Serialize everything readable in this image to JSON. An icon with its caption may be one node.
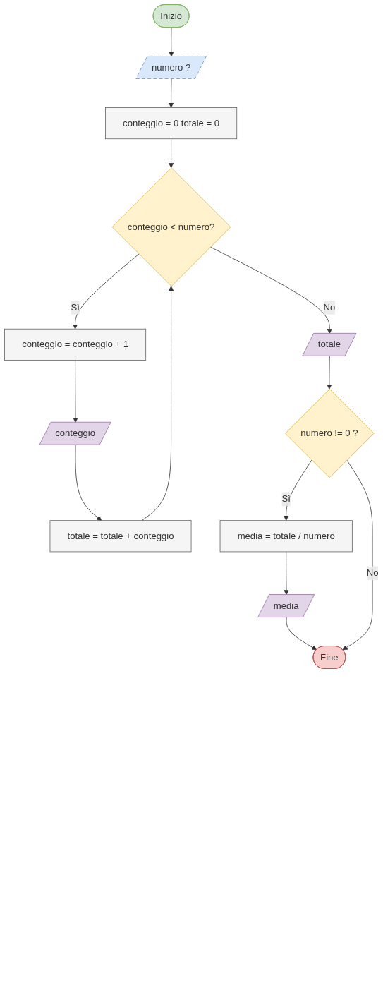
{
  "diagram": {
    "nodes": [
      {
        "text": [
          "Inizio"
        ]
      },
      {
        "text": [
          "numero ?"
        ]
      },
      {
        "text": [
          "conteggio = 0 totale = 0"
        ]
      },
      {
        "text": [
          "conteggio < numero?"
        ]
      },
      {
        "text": [
          "conteggio = conteggio + 1"
        ]
      },
      {
        "text": [
          "conteggio"
        ]
      },
      {
        "text": [
          "totale = totale + conteggio"
        ]
      },
      {
        "text": [
          "totale"
        ]
      },
      {
        "text": [
          "numero != 0 ?"
        ]
      },
      {
        "text": [
          "media = totale / numero"
        ]
      },
      {
        "text": [
          "media"
        ]
      },
      {
        "text": [
          "Fine"
        ]
      }
    ],
    "edges": [
      {
        "from": 0,
        "to": 1,
        "arrow": "to"
      },
      {
        "from": 1,
        "to": 2,
        "arrow": "to"
      },
      {
        "from": 2,
        "to": 3,
        "arrow": "to"
      },
      {
        "from": 3,
        "to": 4,
        "arrow": "to",
        "label": "Sì"
      },
      {
        "from": 4,
        "to": 5,
        "arrow": "to"
      },
      {
        "from": 5,
        "to": 6,
        "arrow": "to"
      },
      {
        "from": 6,
        "to": 3,
        "arrow": "to"
      },
      {
        "from": 3,
        "to": 7,
        "arrow": "to",
        "label": "No"
      },
      {
        "from": 7,
        "to": 8,
        "arrow": "to"
      },
      {
        "from": 8,
        "to": 9,
        "arrow": "to",
        "label": "Sì"
      },
      {
        "from": 9,
        "to": 10,
        "arrow": "to"
      },
      {
        "from": 10,
        "to": 11,
        "arrow": "to"
      },
      {
        "from": 8,
        "to": 11,
        "arrow": "to",
        "label": "No"
      }
    ]
  }
}
